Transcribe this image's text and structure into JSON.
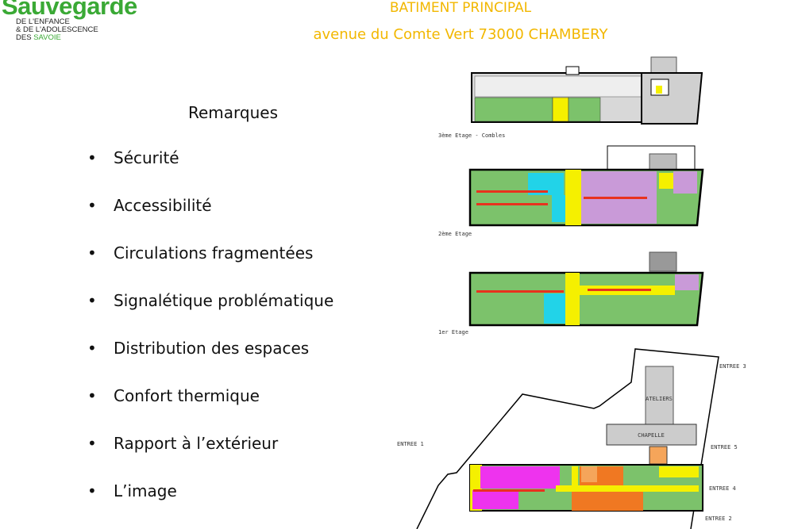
{
  "logo": {
    "main": "Sauvegarde",
    "line1": "DE L'ENFANCE",
    "line2": "& DE L'ADOLESCENCE",
    "line3a": "DES ",
    "line3b": "SAVOIE"
  },
  "header": {
    "title": "BATIMENT PRINCIPAL",
    "address": "avenue du Comte Vert 73000 CHAMBERY"
  },
  "remarks": {
    "heading": "Remarques",
    "items": [
      "Sécurité",
      "Accessibilité",
      "Circulations fragmentées",
      "Signalétique problématique",
      "Distribution des espaces",
      "Confort thermique",
      "Rapport à l’extérieur",
      "L’image"
    ]
  },
  "plans": {
    "floor3": "3ème Etage - Combles",
    "floor2": "2ème Etage",
    "floor1": "1er Etage",
    "ateliers": "ATELIERS",
    "chapelle": "CHAPELLE",
    "entries": [
      "ENTREE 1",
      "ENTREE 2",
      "ENTREE 3",
      "ENTREE 4",
      "ENTREE 5"
    ]
  },
  "colors": {
    "title": "#f2b700",
    "green": "#7cc26b",
    "yellow": "#f5f000",
    "magenta": "#ee33ee",
    "orange": "#f07822",
    "cyan": "#22d3e8",
    "purple": "#c99ad8",
    "grey": "#cfcfcf",
    "red": "#e8321e"
  }
}
